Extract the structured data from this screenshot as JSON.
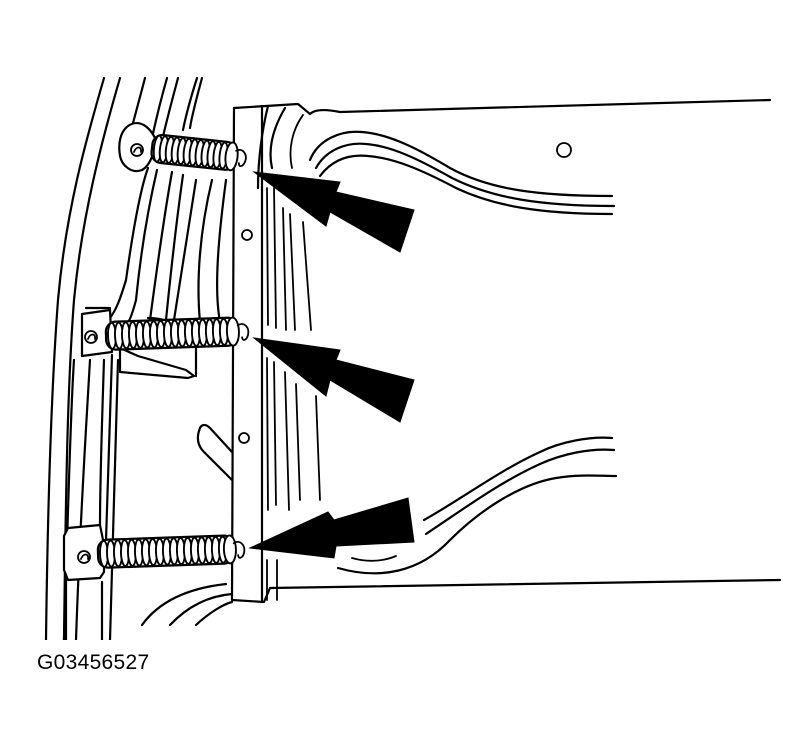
{
  "figure": {
    "id_label": "G03456527",
    "description": "Line drawing of three coil springs hooked between a frame and a panel edge, each indicated by a black arrow",
    "colors": {
      "ink": "#000000",
      "background": "#ffffff"
    },
    "callouts": [
      {
        "name": "upper-spring-arrow",
        "points_to": "upper spring hook"
      },
      {
        "name": "middle-spring-arrow",
        "points_to": "middle spring hook"
      },
      {
        "name": "lower-spring-arrow",
        "points_to": "lower spring hook"
      }
    ],
    "springs": [
      {
        "name": "upper-spring",
        "position": "upper"
      },
      {
        "name": "middle-spring",
        "position": "middle"
      },
      {
        "name": "lower-spring",
        "position": "lower"
      }
    ]
  }
}
